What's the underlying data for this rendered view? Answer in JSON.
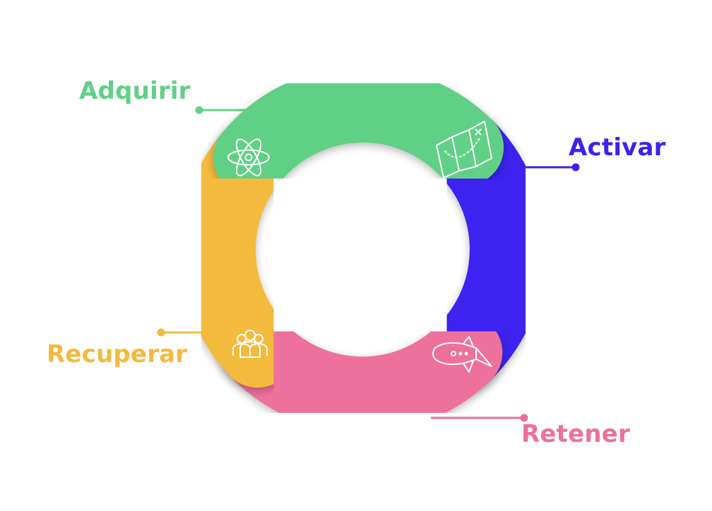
{
  "stages": [
    {
      "id": "adquirir",
      "label": "Adquirir",
      "color": "#61d086",
      "icon": "atom-icon"
    },
    {
      "id": "activar",
      "label": "Activar",
      "color": "#3c22f0",
      "icon": "map-icon"
    },
    {
      "id": "retener",
      "label": "Retener",
      "color": "#ee6f9c",
      "icon": "rocket-icon"
    },
    {
      "id": "recuperar",
      "label": "Recuperar",
      "color": "#f4ba3e",
      "icon": "users-icon"
    }
  ]
}
